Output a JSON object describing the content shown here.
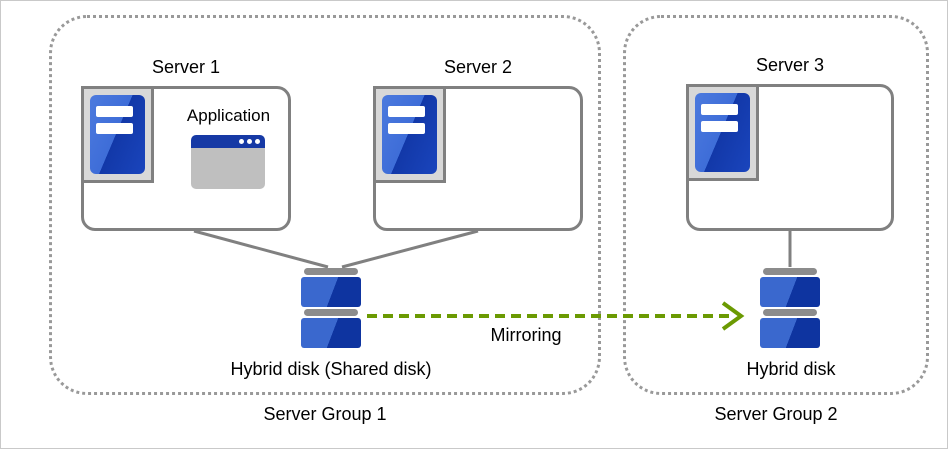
{
  "diagram": {
    "groups": [
      {
        "label": "Server Group 1"
      },
      {
        "label": "Server Group 2"
      }
    ],
    "servers": [
      {
        "label": "Server 1"
      },
      {
        "label": "Server 2"
      },
      {
        "label": "Server 3"
      }
    ],
    "application": {
      "label": "Application"
    },
    "disks": [
      {
        "label": "Hybrid disk (Shared disk)"
      },
      {
        "label": "Hybrid disk"
      }
    ],
    "mirroring": {
      "label": "Mirroring"
    },
    "icons": [
      "server-icon",
      "application-window-icon",
      "disk-icon"
    ],
    "colors": {
      "line_gray": "#808080",
      "dotted_gray": "#999999",
      "mirroring_green": "#6B9A02",
      "server_blue_light": "#3E6DD8",
      "server_blue_dark": "#1238A8",
      "disk_blue_light": "#3A68CE",
      "disk_blue_dark": "#0E34A0",
      "titlebar_blue": "#1639A5"
    }
  }
}
